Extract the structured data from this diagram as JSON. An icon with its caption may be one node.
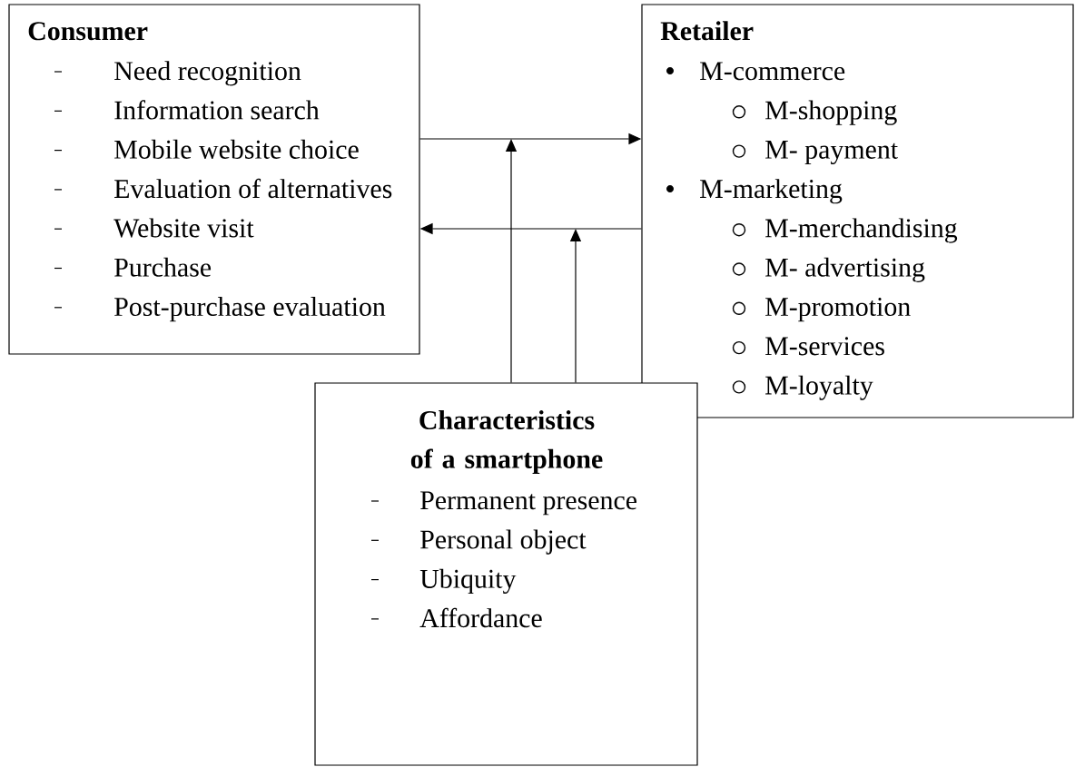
{
  "diagram": {
    "nodes": [
      {
        "text": [
          "Consumer",
          "Need recognition",
          "Information search",
          "Mobile website choice",
          "Evaluation of alternatives",
          "Website visit",
          "Purchase",
          "Post-purchase evaluation"
        ]
      },
      {
        "text": [
          "Retailer",
          "M-commerce",
          "M-shopping",
          "M- payment",
          "M-marketing",
          "M-merchandising",
          "M- advertising",
          "M-promotion",
          "M-services",
          "M-loyalty"
        ]
      },
      {
        "text": [
          "Characteristics of a smartphone",
          "Permanent presence",
          "Personal object",
          "Ubiquity",
          "Affordance"
        ]
      }
    ],
    "edges": [
      {
        "from": 0,
        "to": 1,
        "arrow": "to"
      },
      {
        "from": 1,
        "to": 0,
        "arrow": "to"
      },
      {
        "from": 2,
        "to": null,
        "arrow": "to"
      },
      {
        "from": 2,
        "to": null,
        "arrow": "to"
      }
    ]
  }
}
